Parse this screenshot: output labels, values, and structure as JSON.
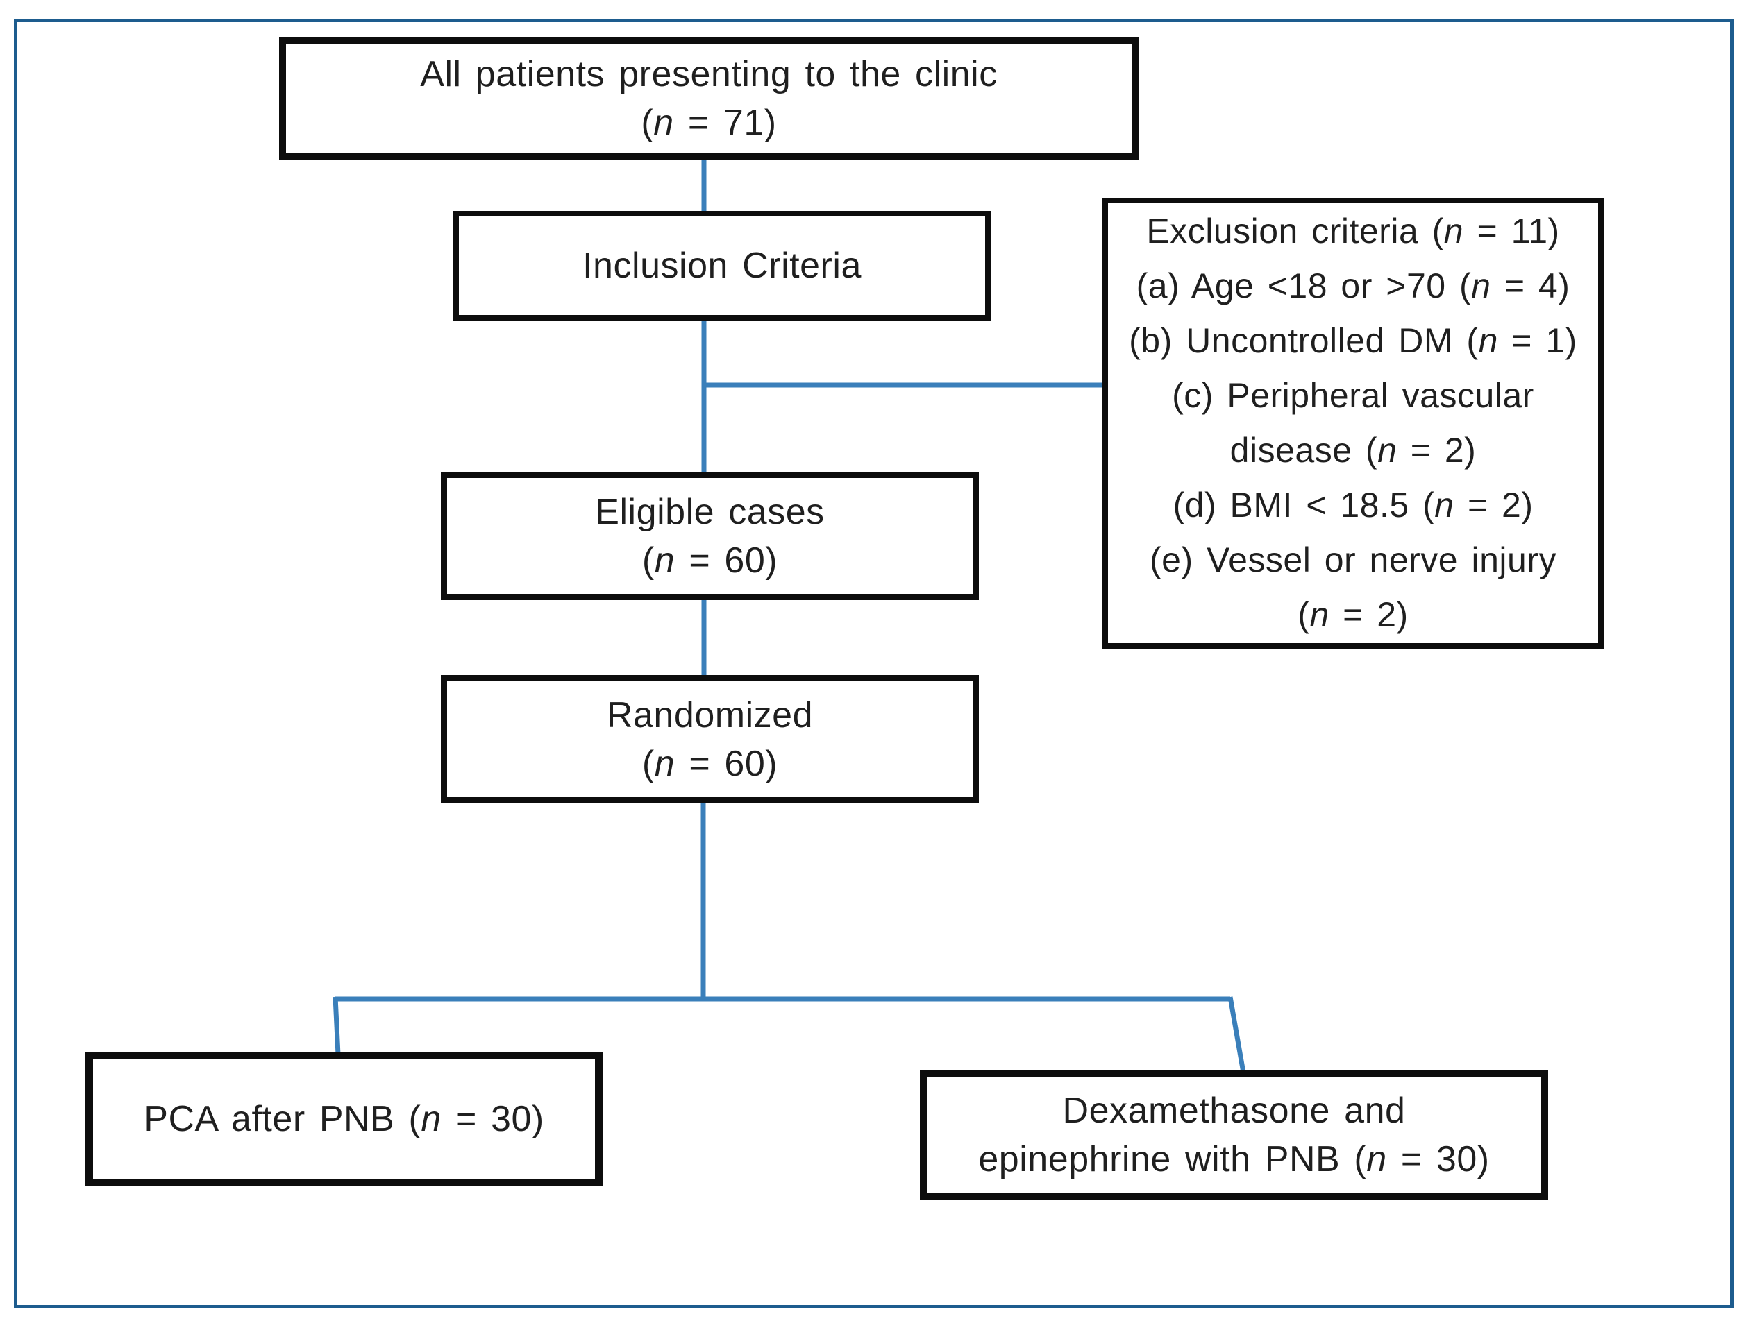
{
  "diagram_type": "patient-flow-diagram",
  "colors": {
    "frame": "#1d5c8e",
    "connector": "#3a7fba",
    "box_border": "#0d0d0d",
    "text": "#1f1f1f",
    "background": "#ffffff"
  },
  "nodes": {
    "all_patients": {
      "lines": [
        {
          "pre": "All patients presenting to the clinic",
          "n": "",
          "post": ""
        },
        {
          "pre": "(",
          "n": "n",
          "post": " = 71)"
        }
      ]
    },
    "inclusion": {
      "lines": [
        {
          "pre": "Inclusion Criteria",
          "n": "",
          "post": ""
        }
      ]
    },
    "exclusion": {
      "lines": [
        {
          "pre": "Exclusion criteria (",
          "n": "n",
          "post": " = 11)"
        },
        {
          "pre": "(a) Age <18 or >70 (",
          "n": "n",
          "post": " = 4)"
        },
        {
          "pre": "(b) Uncontrolled DM (",
          "n": "n",
          "post": " = 1)"
        },
        {
          "pre": "(c) Peripheral vascular",
          "n": "",
          "post": ""
        },
        {
          "pre": "disease (",
          "n": "n",
          "post": " = 2)"
        },
        {
          "pre": "(d) BMI < 18.5 (",
          "n": "n",
          "post": " = 2)"
        },
        {
          "pre": "(e) Vessel or nerve injury",
          "n": "",
          "post": ""
        },
        {
          "pre": "(",
          "n": "n",
          "post": " = 2)"
        }
      ]
    },
    "eligible": {
      "lines": [
        {
          "pre": "Eligible cases",
          "n": "",
          "post": ""
        },
        {
          "pre": "(",
          "n": "n",
          "post": " = 60)"
        }
      ]
    },
    "randomized": {
      "lines": [
        {
          "pre": "Randomized",
          "n": "",
          "post": ""
        },
        {
          "pre": "(",
          "n": "n",
          "post": " = 60)"
        }
      ]
    },
    "pca": {
      "lines": [
        {
          "pre": "PCA after PNB (",
          "n": "n",
          "post": " = 30)"
        }
      ]
    },
    "dexamethasone": {
      "lines": [
        {
          "pre": "Dexamethasone and",
          "n": "",
          "post": ""
        },
        {
          "pre": "epinephrine with PNB (",
          "n": "n",
          "post": " = 30)"
        }
      ]
    }
  }
}
